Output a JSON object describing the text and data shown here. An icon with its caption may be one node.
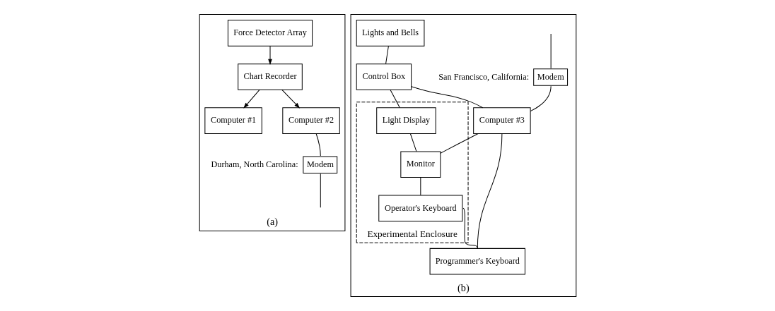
{
  "diagram": {
    "nodes": [
      {
        "text": [
          "(a)"
        ]
      },
      {
        "text": [
          "Force Detector Array"
        ],
        "in": 0
      },
      {
        "text": [
          "Chart Recorder"
        ],
        "in": 0
      },
      {
        "text": [
          "Computer #1"
        ],
        "in": 0
      },
      {
        "text": [
          "Computer #2"
        ],
        "in": 0
      },
      {
        "text": [
          "Modem"
        ],
        "beside": [
          "Durham, North Carolina:"
        ],
        "in": 0
      },
      {
        "text": [
          "(b)"
        ]
      },
      {
        "text": [
          "Modem"
        ],
        "beside": [
          "San Francisco, California:"
        ],
        "in": 6
      },
      {
        "text": [
          "Lights and Bells"
        ],
        "in": 6
      },
      {
        "text": [
          "Control Box"
        ],
        "in": 6
      },
      {
        "text": [
          "Computer #3"
        ],
        "in": 6
      },
      {
        "text": [
          "Experimental Enclosure"
        ],
        "in": 6
      },
      {
        "text": [
          "Light Display"
        ],
        "in": 11
      },
      {
        "text": [
          "Monitor"
        ],
        "in": 11
      },
      {
        "text": [
          "Operator's Keyboard"
        ],
        "in": 11
      },
      {
        "text": [
          "Programmer's Keyboard"
        ],
        "in": 6
      }
    ],
    "edges": [
      {
        "from": 1,
        "to": 2,
        "arrow": "to"
      },
      {
        "from": 2,
        "to": 3,
        "arrow": "to"
      },
      {
        "from": 2,
        "to": 4,
        "arrow": "to"
      },
      {
        "from": 4,
        "to": 5,
        "arrow": "none"
      },
      {
        "from": 5,
        "to": null,
        "arrow": "none"
      },
      {
        "from": null,
        "to": 7,
        "arrow": "none"
      },
      {
        "from": 7,
        "to": 10,
        "arrow": "none"
      },
      {
        "from": 8,
        "to": 9,
        "arrow": "none"
      },
      {
        "from": 9,
        "to": 10,
        "arrow": "none"
      },
      {
        "from": 9,
        "to": 12,
        "arrow": "none"
      },
      {
        "from": 10,
        "to": 13,
        "arrow": "none"
      },
      {
        "from": 12,
        "to": 13,
        "arrow": "none"
      },
      {
        "from": 13,
        "to": 14,
        "arrow": "none"
      },
      {
        "from": 10,
        "to": 15,
        "arrow": "none"
      },
      {
        "from": 14,
        "to": 15,
        "arrow": "none"
      }
    ]
  }
}
